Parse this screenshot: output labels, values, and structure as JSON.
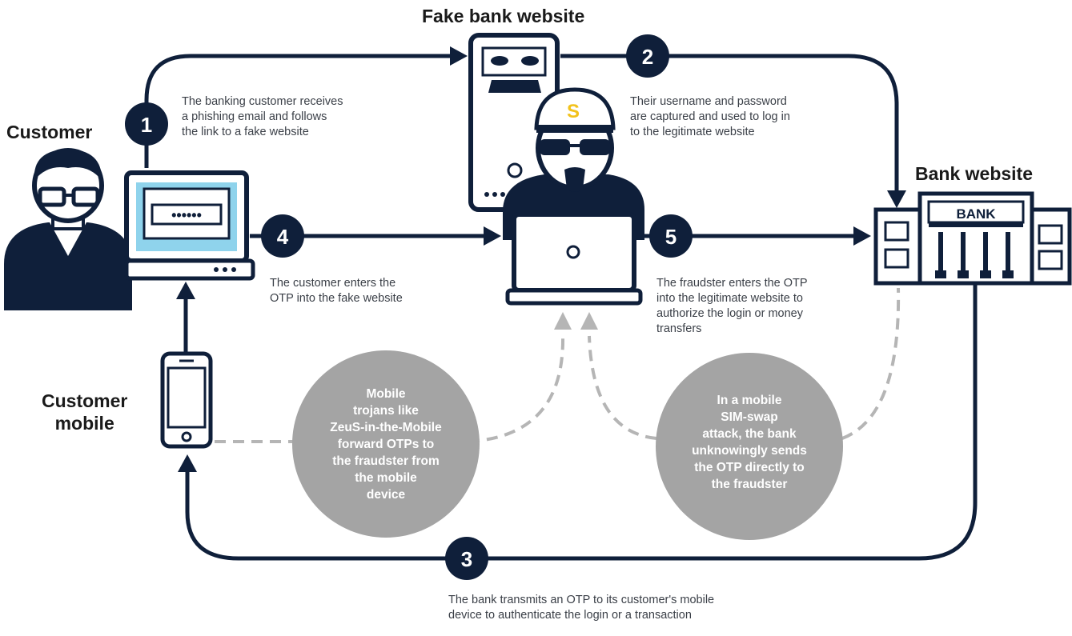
{
  "titles": {
    "fake_bank": "Fake bank website",
    "customer": "Customer",
    "bank_website": "Bank website",
    "customer_mobile": "Customer\nmobile"
  },
  "steps": [
    {
      "number": "1",
      "text": "The banking customer receives\na phishing email and follows\nthe link to a fake website"
    },
    {
      "number": "2",
      "text": "Their username and password\nare captured and used to log in\nto the legitimate website"
    },
    {
      "number": "3",
      "text": "The bank transmits an OTP to its customer's mobile\ndevice to authenticate the login or a transaction"
    },
    {
      "number": "4",
      "text": "The customer enters the\nOTP into the fake website"
    },
    {
      "number": "5",
      "text": "The fraudster enters the OTP\ninto the legitimate website to\nauthorize the login or money\ntransfers"
    }
  ],
  "bubbles": {
    "mobile_trojans": "Mobile\ntrojans like\nZeuS-in-the-Mobile\nforward OTPs to\nthe fraudster from\nthe mobile\ndevice",
    "sim_swap": "In a mobile\nSIM-swap\nattack, the bank\nunknowingly sends\nthe OTP directly to\nthe fraudster"
  },
  "labels": {
    "bank_sign": "BANK",
    "password_mask": "••••••",
    "hat_letter": "S"
  },
  "colors": {
    "navy": "#0f1f3a",
    "screen_blue": "#8fd3ec",
    "bubble_gray": "#a4a4a4",
    "dashed_gray": "#b5b5b5",
    "hat_yellow": "#f2c21b"
  },
  "icons": [
    "customer-avatar-icon",
    "laptop-icon",
    "server-icon",
    "fraudster-icon",
    "bank-building-icon",
    "mobile-phone-icon"
  ]
}
